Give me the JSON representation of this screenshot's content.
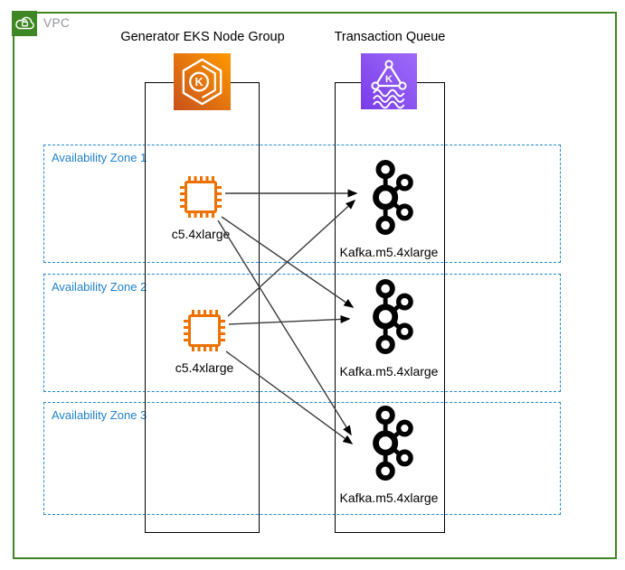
{
  "vpc": {
    "label": "VPC"
  },
  "columns": [
    {
      "title": "Generator EKS Node Group",
      "icon": "eks-icon"
    },
    {
      "title": "Transaction Queue",
      "icon": "msk-kafka-icon"
    }
  ],
  "zones": [
    {
      "label": "Availability Zone 1"
    },
    {
      "label": "Availability Zone 2"
    },
    {
      "label": "Availability Zone 3"
    }
  ],
  "generators": [
    {
      "label": "c5.4xlarge",
      "zone": "Availability Zone 1",
      "icon": "cpu-chip-icon"
    },
    {
      "label": "c5.4xlarge",
      "zone": "Availability Zone 2",
      "icon": "cpu-chip-icon"
    }
  ],
  "brokers": [
    {
      "label": "Kafka.m5.4xlarge",
      "zone": "Availability Zone 1",
      "icon": "kafka-logo-icon"
    },
    {
      "label": "Kafka.m5.4xlarge",
      "zone": "Availability Zone 2",
      "icon": "kafka-logo-icon"
    },
    {
      "label": "Kafka.m5.4xlarge",
      "zone": "Availability Zone 3",
      "icon": "kafka-logo-icon"
    }
  ],
  "icon_letters": {
    "eks_k": "K",
    "msk_k": "K"
  },
  "connections": "each c5.4xlarge generator connects with an arrow to every Kafka.m5.4xlarge broker (6 arrows)",
  "colors": {
    "vpc_green": "#3F8624",
    "az_dash_blue": "#2389CE",
    "az_text_blue": "#1F80C9",
    "eks_orange_dark": "#C8511B",
    "eks_orange_light": "#FF9900",
    "msk_purple_dark": "#7A3BE8",
    "msk_purple_light": "#9D6CFA",
    "chip_orange": "#ED7100",
    "kafka_black": "#000000",
    "arrow_gray": "#3A3A3A",
    "vpc_label_gray": "#8F969B"
  }
}
